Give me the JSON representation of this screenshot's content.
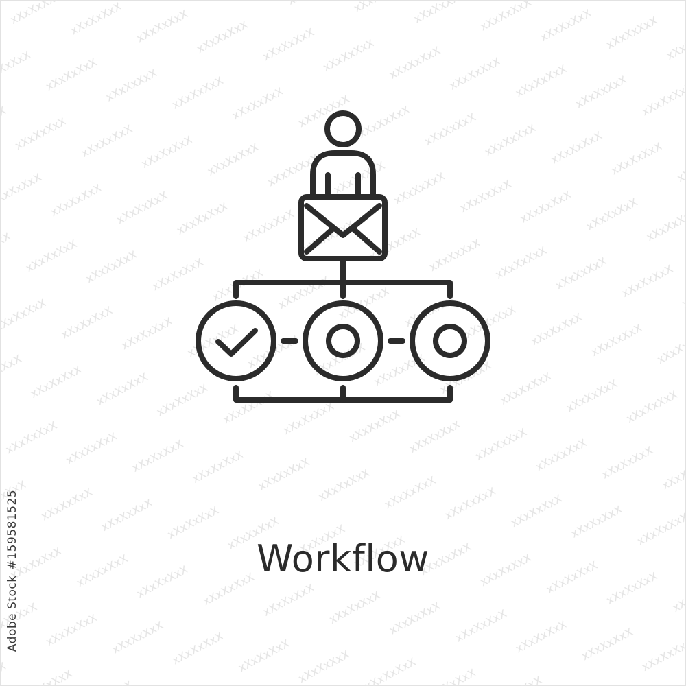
{
  "caption": "Workflow",
  "side_label": {
    "brand": "Adobe Stock",
    "number": "#159581525"
  },
  "colors": {
    "stroke": "#2b2b2b",
    "background": "#ffffff",
    "watermark": "#d6d6d6"
  },
  "icon_name": "workflow-icon"
}
